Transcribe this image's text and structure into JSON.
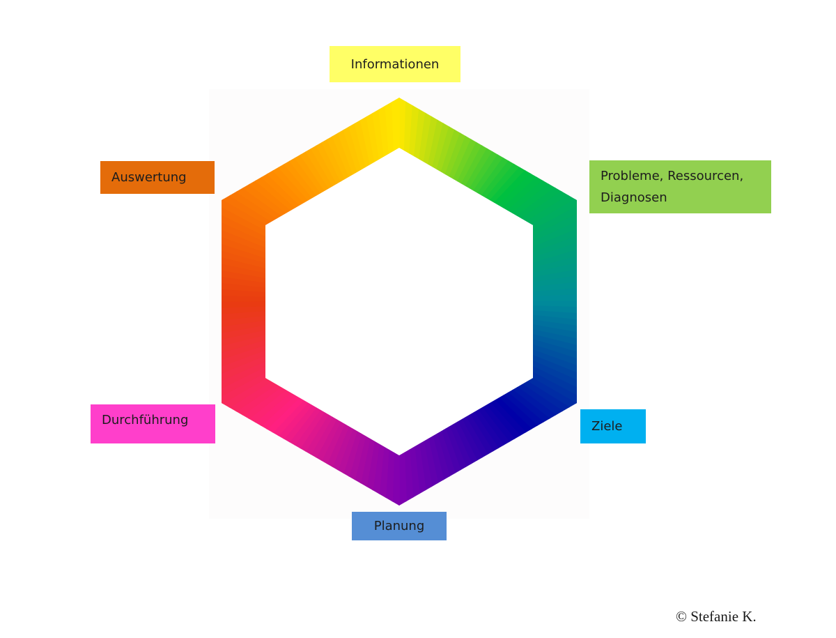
{
  "diagram": {
    "steps": [
      {
        "id": "informationen",
        "label": "Informationen",
        "color": "#FFFF66"
      },
      {
        "id": "probleme",
        "label": "Probleme, Ressourcen, Diagnosen",
        "color": "#92D050"
      },
      {
        "id": "ziele",
        "label": "Ziele",
        "color": "#00B0F0"
      },
      {
        "id": "planung",
        "label": "Planung",
        "color": "#558ED5"
      },
      {
        "id": "durchfuehrung",
        "label": "Durchführung",
        "color": "#FF3FCB"
      },
      {
        "id": "auswertung",
        "label": "Auswertung",
        "color": "#E46C0A"
      }
    ],
    "ring_gradient": [
      "#FFE800",
      "#00C040",
      "#008C9A",
      "#0000A8",
      "#8000B0",
      "#FF2080",
      "#E83C10",
      "#FF8C00"
    ]
  },
  "copyright": "© Stefanie K."
}
